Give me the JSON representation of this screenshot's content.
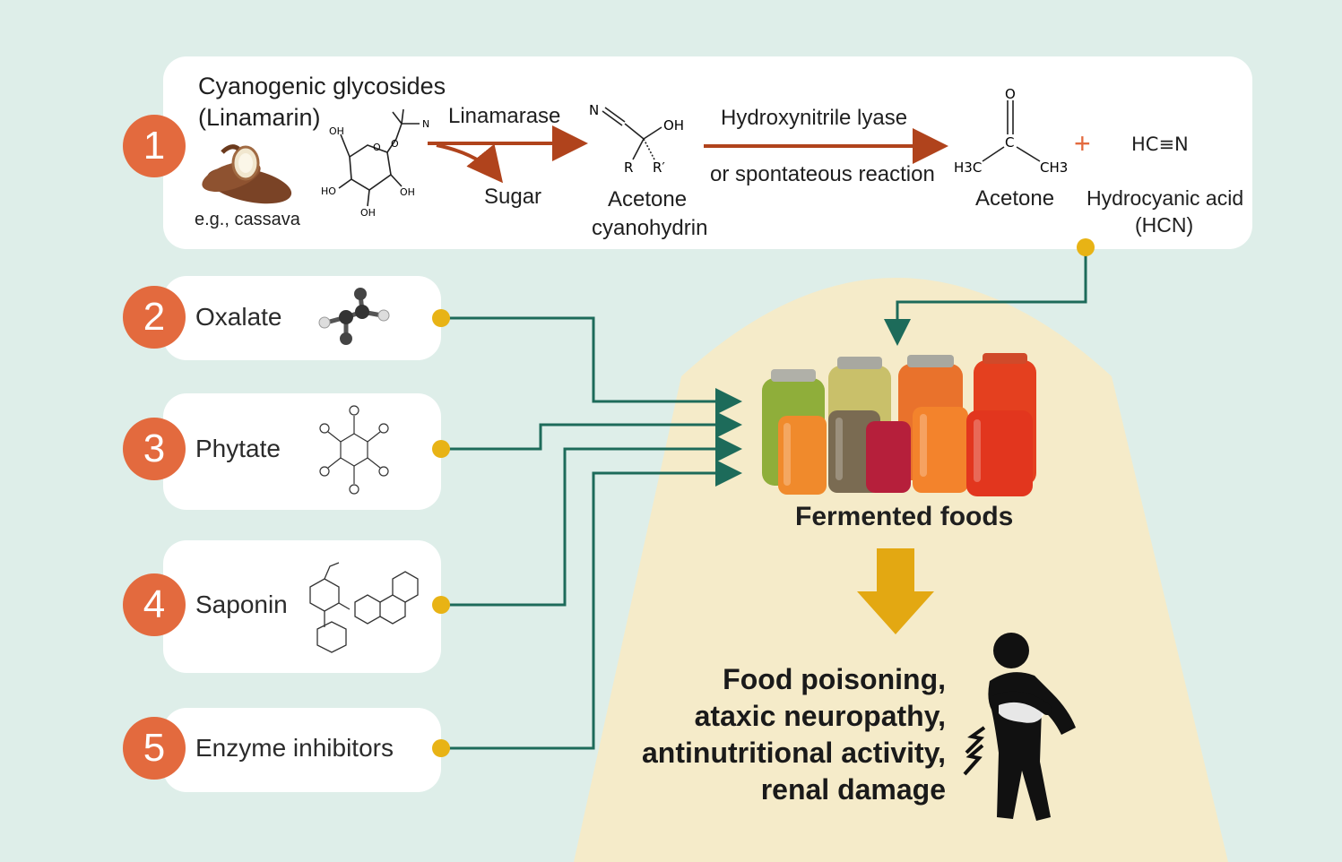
{
  "colors": {
    "background": "#deeee9",
    "card": "#ffffff",
    "number_badge": "#e36a3e",
    "connector_dot": "#e8b315",
    "connector_line": "#1d6b5a",
    "reaction_arrow": "#b0431c",
    "spotlight": "#f5ebc9",
    "down_arrow": "#e3a812"
  },
  "step1": {
    "number": "1",
    "title_line1": "Cyanogenic glycosides",
    "title_line2": "(Linamarin)",
    "example": "e.g., cassava",
    "enzyme": "Linamarase",
    "byproduct": "Sugar",
    "intermediate_line1": "Acetone",
    "intermediate_line2": "cyanohydrin",
    "conversion_line1": "Hydroxynitrile lyase",
    "conversion_line2": "or spontateous reaction",
    "product1": "Acetone",
    "plus": "+",
    "product2_line1": "Hydrocyanic acid",
    "product2_line2": "(HCN)",
    "hcn_formula": "HC≡N"
  },
  "chem_labels": {
    "glycoside_oh_top": "OH",
    "glycoside_ho_left": "HO",
    "glycoside_oh_right": "OH",
    "glycoside_oh_bottom": "OH",
    "glycoside_o_ring": "O",
    "glycoside_o_link": "O",
    "glycoside_n": "N",
    "cyanohydrin_n": "N",
    "cyanohydrin_oh": "OH",
    "cyanohydrin_r": "R",
    "cyanohydrin_r2": "R′",
    "acetone_o": "O",
    "acetone_c": "C",
    "acetone_h3c": "H3C",
    "acetone_ch3": "CH3"
  },
  "antinutrients": [
    {
      "number": "2",
      "label": "Oxalate"
    },
    {
      "number": "3",
      "label": "Phytate"
    },
    {
      "number": "4",
      "label": "Saponin"
    },
    {
      "number": "5",
      "label": "Enzyme inhibitors"
    }
  ],
  "fermented_foods_label": "Fermented foods",
  "outcomes": [
    "Food poisoning,",
    "ataxic neuropathy,",
    "antinutritional activity,",
    "renal damage"
  ]
}
